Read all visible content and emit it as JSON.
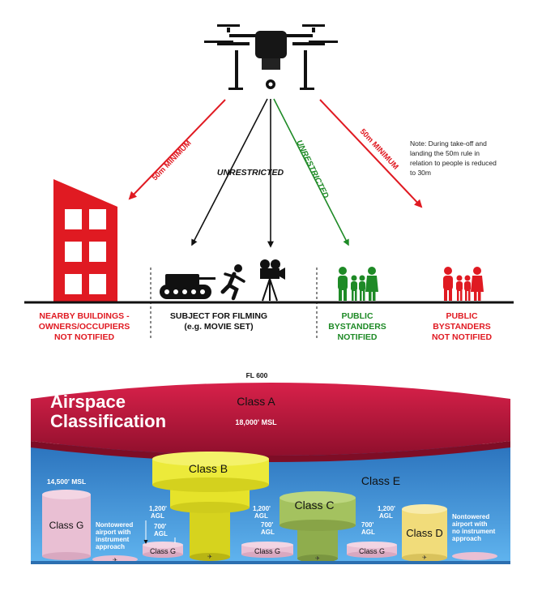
{
  "drone_rules": {
    "left_arrow_label": "50m MINIMUM",
    "right_arrow_label": "50m MINIMUM",
    "unrestricted_black": "UNRESTRICTED",
    "unrestricted_green": "UNRESTRICTED",
    "note": [
      "Note: During take-off and",
      "landing the 50m rule in",
      "relation to people is reduced",
      "to 30m"
    ],
    "captions": {
      "buildings": [
        "NEARBY BUILDINGS -",
        "OWNERS/OCCUPIERS",
        "NOT NOTIFIED"
      ],
      "filming": [
        "SUBJECT FOR FILMING",
        "(e.g. MOVIE SET)"
      ],
      "bystanders_notified": [
        "PUBLIC",
        "BYSTANDERS",
        "NOTIFIED"
      ],
      "bystanders_not_notified": [
        "PUBLIC",
        "BYSTANDERS",
        "NOT NOTIFIED"
      ]
    }
  },
  "airspace": {
    "title_line1": "Airspace",
    "title_line2": "Classification",
    "fl600": "FL 600",
    "class_a": "Class A",
    "msl_18000": "18,000' MSL",
    "msl_14500": "14,500' MSL",
    "class_b": "Class B",
    "class_c": "Class C",
    "class_d": "Class D",
    "class_e": "Class E",
    "class_g": "Class G",
    "agl_1200": [
      "1,200'",
      "AGL"
    ],
    "agl_700": [
      "700'",
      "AGL"
    ],
    "nontowered_instrument": [
      "Nontowered",
      "airport with",
      "instrument",
      "approach"
    ],
    "nontowered_no_instrument": [
      "Nontowered",
      "airport with",
      "no instrument",
      "approach"
    ]
  },
  "colors": {
    "red": "#e01a22",
    "green": "#1e8a26",
    "class_a": "#b0173a",
    "class_e_sky": "#3b8fd2",
    "class_b": "#e9e62a",
    "class_c": "#9bbb57",
    "class_d": "#f1dc7a",
    "class_g": "#e9bfd3"
  }
}
